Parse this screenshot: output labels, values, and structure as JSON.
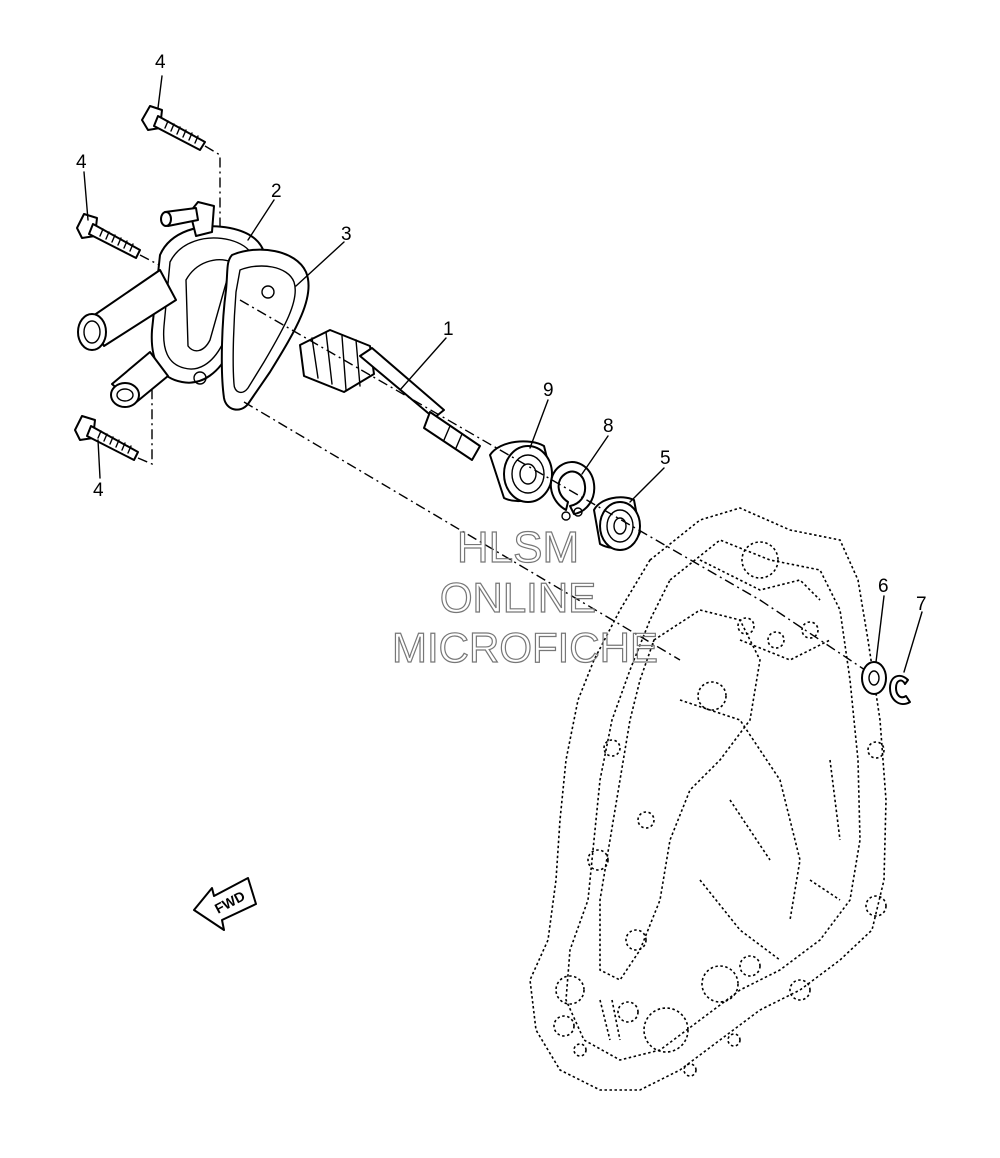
{
  "callouts": [
    {
      "id": "c-4a",
      "text": "4"
    },
    {
      "id": "c-4b",
      "text": "4"
    },
    {
      "id": "c-4c",
      "text": "4"
    },
    {
      "id": "c-2",
      "text": "2"
    },
    {
      "id": "c-3",
      "text": "3"
    },
    {
      "id": "c-1",
      "text": "1"
    },
    {
      "id": "c-9",
      "text": "9"
    },
    {
      "id": "c-8",
      "text": "8"
    },
    {
      "id": "c-5",
      "text": "5"
    },
    {
      "id": "c-6",
      "text": "6"
    },
    {
      "id": "c-7",
      "text": "7"
    }
  ],
  "watermark": {
    "line1": "HLSM",
    "line2": "ONLINE",
    "line3": "MICROFICHE"
  },
  "direction_label": "FWD"
}
